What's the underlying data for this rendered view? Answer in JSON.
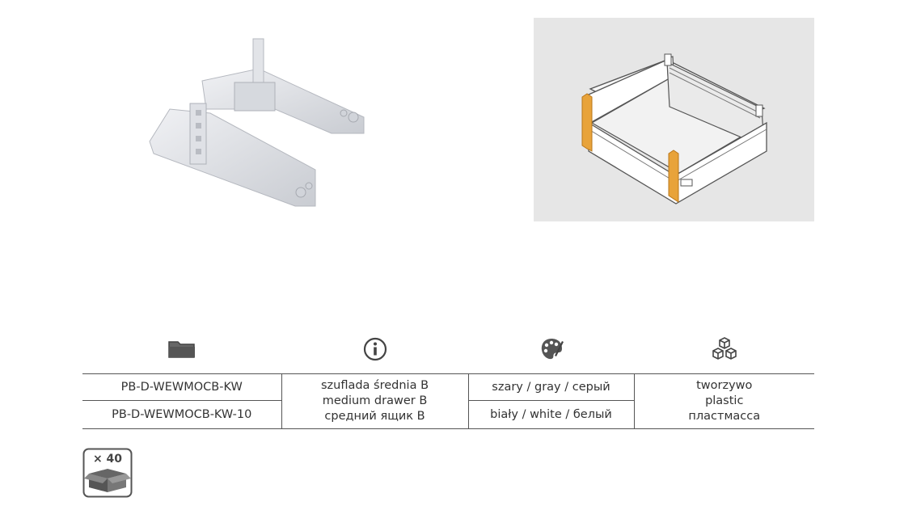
{
  "icons": {
    "code": "folder-icon",
    "description": "info-icon",
    "color": "palette-icon",
    "material": "cubes-icon"
  },
  "table": {
    "codes": [
      "PB-D-WEWMOCB-KW",
      "PB-D-WEWMOCB-KW-10"
    ],
    "description": [
      "szuflada średnia B",
      "medium drawer B",
      "средний ящик B"
    ],
    "colors": [
      "szary / gray / серый",
      "biały / white / белый"
    ],
    "material": [
      "tworzywo",
      "plastic",
      "пластмасса"
    ]
  },
  "package": {
    "quantity": "× 40",
    "icon": "box-icon"
  },
  "colors": {
    "accent_orange": "#e8a33a",
    "panel_bg": "#e6e6e6",
    "line": "#555555"
  }
}
